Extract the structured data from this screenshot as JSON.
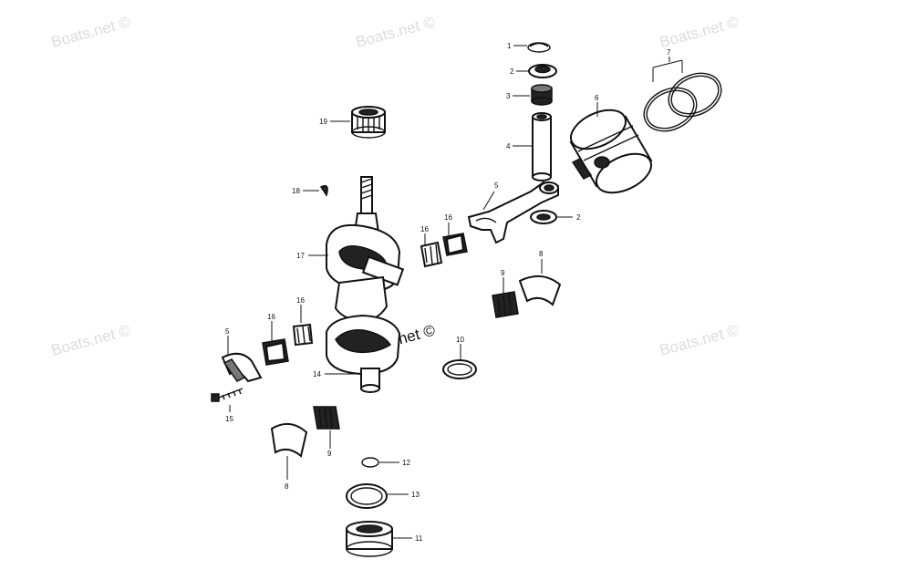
{
  "watermark": {
    "text": "Boats.net ©",
    "color": "#dcdcdc"
  },
  "callouts": {
    "c1_top": "1",
    "c2_top": "2",
    "c3": "3",
    "c4": "4",
    "c5_rod": "5",
    "c6": "6",
    "c7": "7",
    "c2_mid": "2",
    "c8_right": "8",
    "c9_right": "9",
    "c16_a": "16",
    "c16_b": "16",
    "c17": "17",
    "c18": "18",
    "c19": "19",
    "c16_c": "16",
    "c16_d": "16",
    "c5_left": "5",
    "c10": "10",
    "c14": "14",
    "c15": "15",
    "c8_bottom": "8",
    "c9_bottom": "9",
    "c12": "12",
    "c13": "13",
    "c11": "11"
  }
}
